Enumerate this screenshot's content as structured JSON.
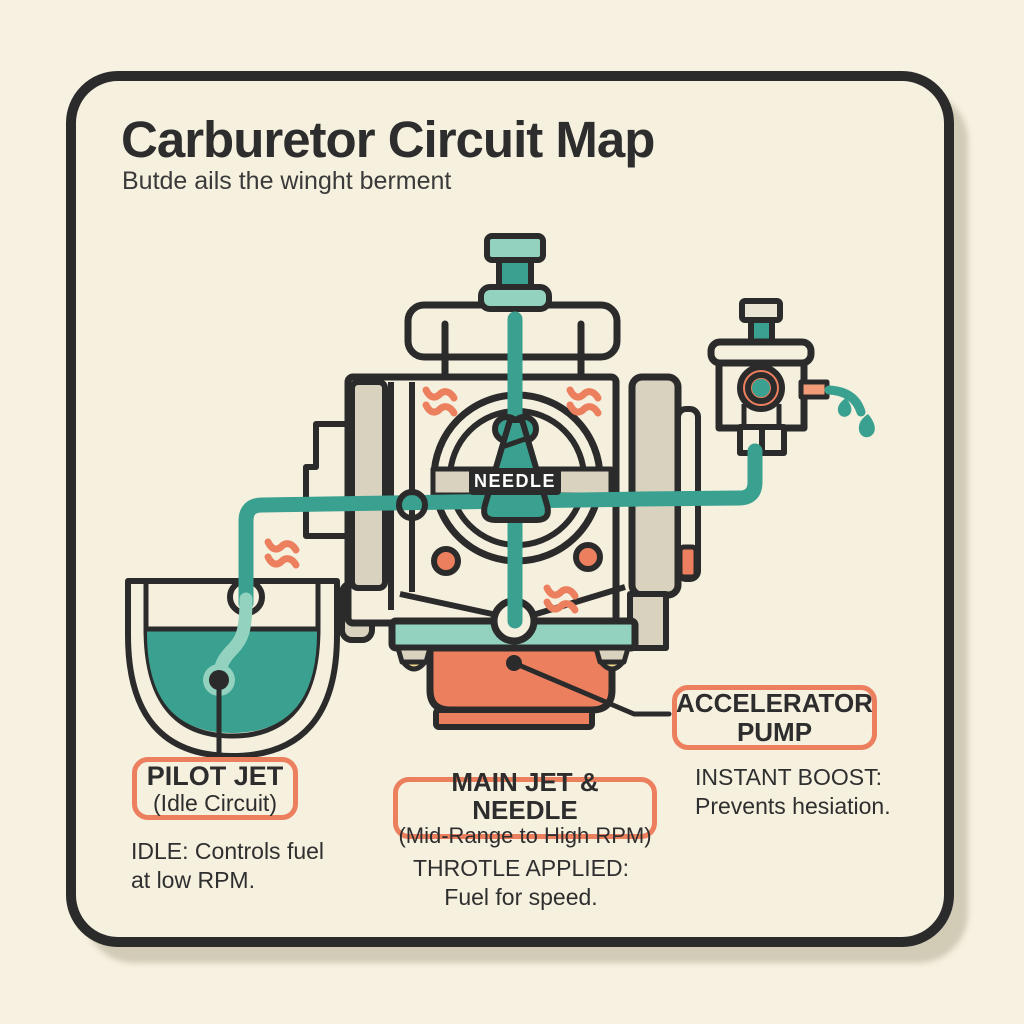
{
  "title": "Carburetor Circuit Map",
  "subtitle": "Butde ails the winght berment",
  "diagram": {
    "needle_label": "NEEDLE",
    "labels": {
      "pilot_jet": {
        "line1": "PILOT JET",
        "line2": "(Idle Circuit)"
      },
      "main_jet": {
        "line1": "MAIN JET & NEEDLE",
        "line2": "(Mid-Range to High RPM)"
      },
      "accelerator_pump": {
        "line1": "ACCELERATOR",
        "line2": "PUMP"
      }
    },
    "captions": {
      "idle": {
        "line1": "IDLE: Controls fuel",
        "line2": "at low RPM."
      },
      "throttle": {
        "line1": "THROTLE APPLIED:",
        "line2": "Fuel for speed."
      },
      "boost": {
        "line1": "INSTANT BOOST:",
        "line2": "Prevents hesiation."
      }
    },
    "colors": {
      "page_bg": "#f7f1e1",
      "canvas_bg": "#f6f0df",
      "outline": "#2b2b2b",
      "text_dark": "#2d2d2d",
      "teal": "#3aa08f",
      "teal_light": "#93d2bf",
      "orange": "#ec7f5e",
      "orange_light": "#f29b79",
      "tan": "#d8d2bf",
      "cream": "#f5efde",
      "bolt_yellow": "#f3d98d",
      "panel_gray": "#e9e4d4"
    }
  }
}
